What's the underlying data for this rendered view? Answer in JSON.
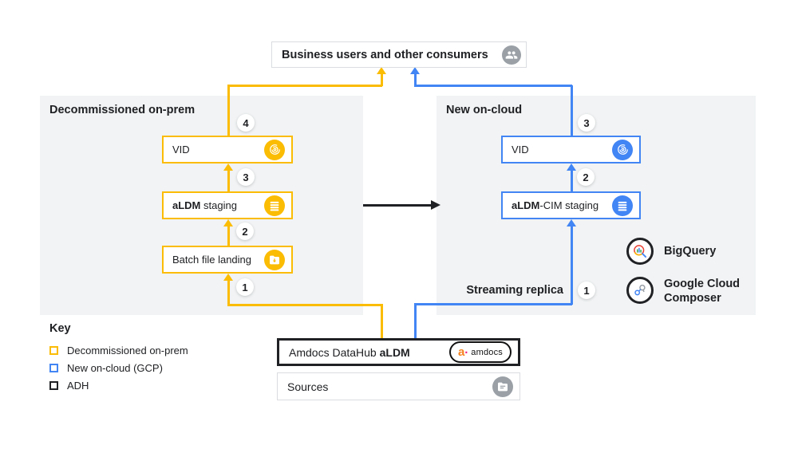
{
  "colors": {
    "yellow": "#FBBC04",
    "blue": "#4285F4",
    "panel_gray": "#F1F3F4",
    "border_gray": "#DADCE0",
    "icon_gray": "#9AA0A6",
    "text": "#202124",
    "red": "#EA4335",
    "green": "#34A853",
    "pink": "#EC1C8B",
    "orange": "#F5821F"
  },
  "top_box": {
    "label": "Business users and other consumers",
    "icon": "people-icon"
  },
  "onprem": {
    "title": "Decommissioned on-prem",
    "vid": {
      "label": "VID",
      "icon": "fingerprint-icon"
    },
    "staging": {
      "label_bold": "aLDM",
      "label_rest": " staging",
      "icon": "stack-icon"
    },
    "batch": {
      "label": "Batch file landing",
      "icon": "folder-download-icon"
    }
  },
  "oncloud": {
    "title": "New on-cloud",
    "vid": {
      "label": "VID",
      "icon": "fingerprint-icon"
    },
    "staging": {
      "label_bold": "aLDM",
      "label_rest": "-CIM staging",
      "icon": "stack-icon"
    },
    "streaming_label": "Streaming replica"
  },
  "numbers": {
    "left": [
      "4",
      "3",
      "2",
      "1"
    ],
    "right": [
      "3",
      "2",
      "1"
    ]
  },
  "gcp": {
    "bigquery": "BigQuery",
    "composer_line1": "Google Cloud",
    "composer_line2": "Composer"
  },
  "key": {
    "title": "Key",
    "items": [
      {
        "label": "Decommissioned on-prem",
        "color": "#FBBC04"
      },
      {
        "label": "New on-cloud (GCP)",
        "color": "#4285F4"
      },
      {
        "label": "ADH",
        "color": "#202124"
      }
    ]
  },
  "adh": {
    "datahub_prefix": "Amdocs DataHub ",
    "datahub_bold": "aLDM",
    "logo_a": "a",
    "logo_dot": "·",
    "logo_text": "amdocs",
    "sources": "Sources"
  }
}
